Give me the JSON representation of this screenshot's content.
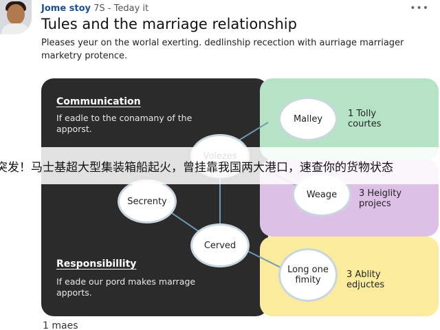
{
  "post": {
    "author": "Jome stoy",
    "meta": "7S - Teday it",
    "title": "Tules and the marriage relationship",
    "body": "Pleases yeur on the worlal exerting. dedlinship recection with aurriage marriager marketry protence.",
    "footer_count": "1 maes"
  },
  "banner": {
    "text": "突发！马士基超大型集装箱船起火，曾挂靠我国两大港口，速查你的货物状态"
  },
  "infographic": {
    "communication": {
      "title": "Communication",
      "description": "If eadle to the conamany of the apporst."
    },
    "responsibility": {
      "title": "Responsibillity",
      "description": "If eade our pord makes marrage apports."
    },
    "nodes": {
      "top": "Volezes",
      "left": "Secrenty",
      "bottom": "Cerved"
    },
    "cards": [
      {
        "node": "Malley",
        "text": "1 Tolly courtes",
        "color": "#b6e3c5"
      },
      {
        "node": "Weage",
        "text": "3 Heiglity projecs",
        "color": "#dcc0e6"
      },
      {
        "node": "Long one fimity",
        "text": "3 Ablity edjuctes",
        "color": "#fbeb9c"
      }
    ],
    "panel_color": "#2b2b2b"
  }
}
